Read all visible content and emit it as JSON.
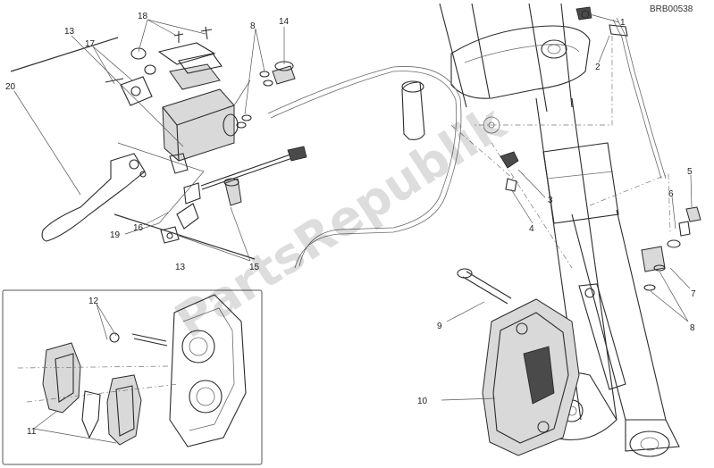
{
  "diagram": {
    "code": "BRB00538",
    "watermark": "PartsRepublik",
    "callouts": [
      {
        "id": "c1",
        "text": "1"
      },
      {
        "id": "c2",
        "text": "2"
      },
      {
        "id": "c3",
        "text": "3"
      },
      {
        "id": "c4",
        "text": "4"
      },
      {
        "id": "c5",
        "text": "5"
      },
      {
        "id": "c6",
        "text": "6"
      },
      {
        "id": "c7",
        "text": "7"
      },
      {
        "id": "c8a",
        "text": "8"
      },
      {
        "id": "c8b",
        "text": "8"
      },
      {
        "id": "c9",
        "text": "9"
      },
      {
        "id": "c10",
        "text": "10"
      },
      {
        "id": "c11",
        "text": "11"
      },
      {
        "id": "c12",
        "text": "12"
      },
      {
        "id": "c13a",
        "text": "13"
      },
      {
        "id": "c13b",
        "text": "13"
      },
      {
        "id": "c14",
        "text": "14"
      },
      {
        "id": "c15",
        "text": "15"
      },
      {
        "id": "c16",
        "text": "16"
      },
      {
        "id": "c17",
        "text": "17"
      },
      {
        "id": "c18",
        "text": "18"
      },
      {
        "id": "c19",
        "text": "19"
      },
      {
        "id": "c20",
        "text": "20"
      }
    ]
  }
}
